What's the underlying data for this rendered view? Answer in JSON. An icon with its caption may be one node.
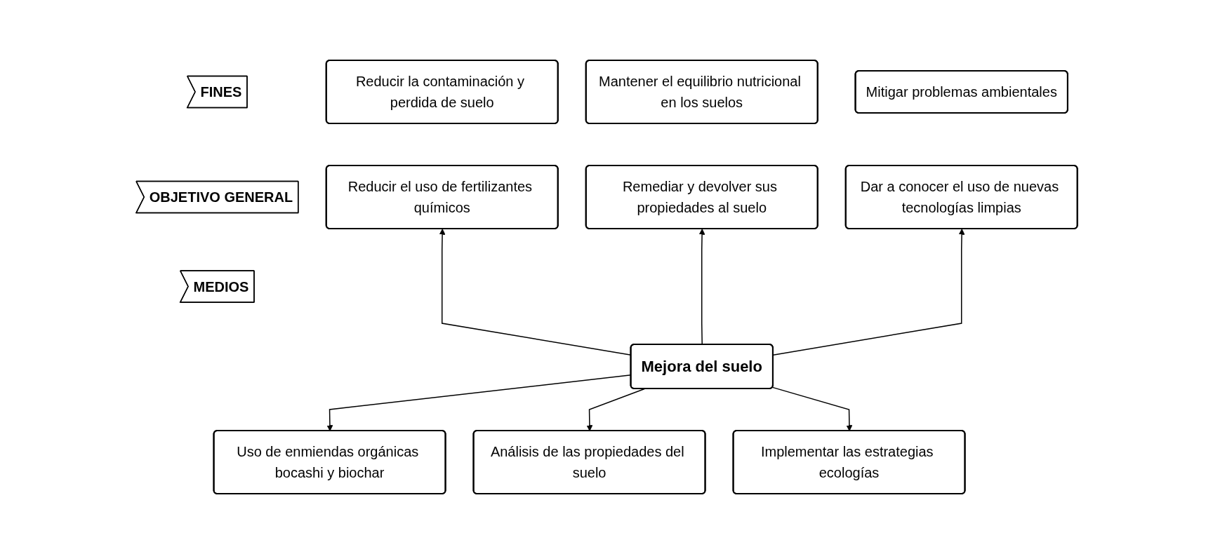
{
  "diagram": {
    "nodes": [
      {
        "text": [
          "Reducir la contaminación y perdida de suelo"
        ]
      },
      {
        "text": [
          "Mantener el equilibrio nutricional en los suelos"
        ]
      },
      {
        "text": [
          "Mitigar problemas ambientales"
        ]
      },
      {
        "text": [
          "FINES"
        ]
      },
      {
        "text": [
          "Reducir el uso de fertilizantes químicos"
        ]
      },
      {
        "text": [
          "Remediar y devolver sus propiedades al suelo"
        ]
      },
      {
        "text": [
          "Dar a conocer el uso de nuevas tecnologías limpias"
        ]
      },
      {
        "text": [
          "OBJETIVO GENERAL"
        ]
      },
      {
        "text": [
          "Mejora del suelo"
        ]
      },
      {
        "text": [
          "MEDIOS"
        ]
      },
      {
        "text": [
          "Uso de enmiendas orgánicas bocashi y biochar"
        ]
      },
      {
        "text": [
          "Análisis de las propiedades del suelo"
        ]
      },
      {
        "text": [
          "Implementar las estrategias ecologías"
        ]
      }
    ],
    "edges": [
      {
        "from": 8,
        "to": 4,
        "arrow": "to"
      },
      {
        "from": 8,
        "to": 5,
        "arrow": "to"
      },
      {
        "from": 8,
        "to": 6,
        "arrow": "to"
      },
      {
        "from": 8,
        "to": 10,
        "arrow": "to"
      },
      {
        "from": 8,
        "to": 11,
        "arrow": "to"
      },
      {
        "from": 8,
        "to": 12,
        "arrow": "to"
      }
    ]
  }
}
